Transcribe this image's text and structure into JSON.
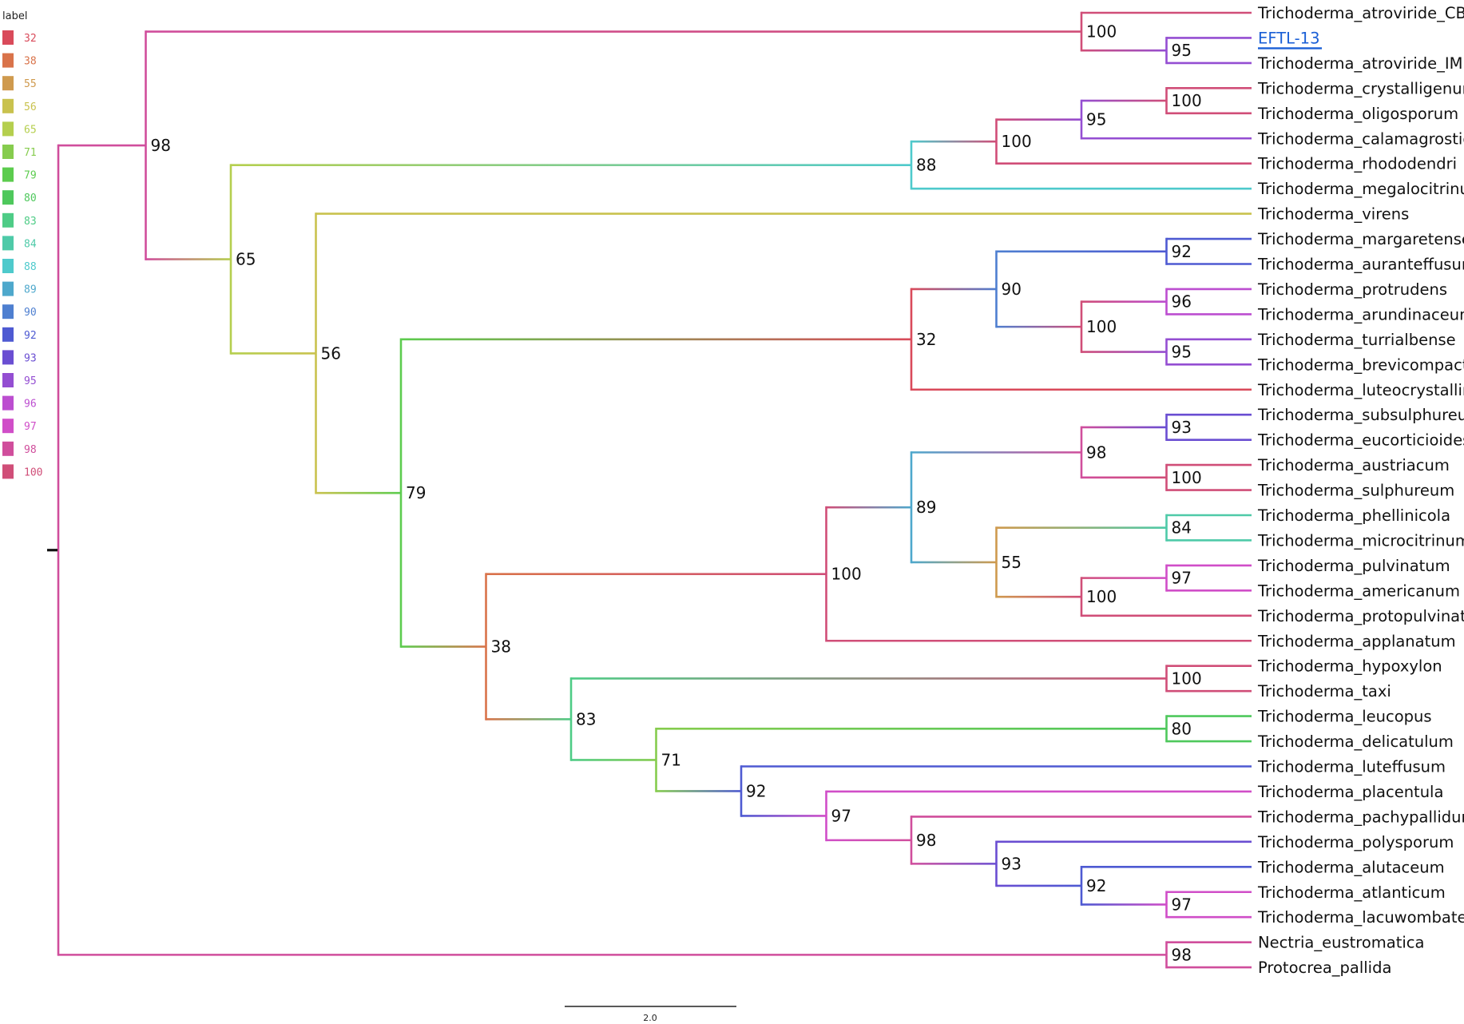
{
  "legend": {
    "title": "label",
    "entries": [
      {
        "label": "32",
        "color": "#d94a5a"
      },
      {
        "label": "38",
        "color": "#d9734a"
      },
      {
        "label": "55",
        "color": "#cf9a4e"
      },
      {
        "label": "56",
        "color": "#c9c24e"
      },
      {
        "label": "65",
        "color": "#b5cf4e"
      },
      {
        "label": "71",
        "color": "#86cc4e"
      },
      {
        "label": "79",
        "color": "#5ccc4e"
      },
      {
        "label": "80",
        "color": "#4ec85c"
      },
      {
        "label": "83",
        "color": "#4ecc86"
      },
      {
        "label": "84",
        "color": "#4ecaa8"
      },
      {
        "label": "88",
        "color": "#4ecacc"
      },
      {
        "label": "89",
        "color": "#4ea8cc"
      },
      {
        "label": "90",
        "color": "#4e7fd0"
      },
      {
        "label": "92",
        "color": "#4e5ad2"
      },
      {
        "label": "93",
        "color": "#6a4ed2"
      },
      {
        "label": "95",
        "color": "#944ed2"
      },
      {
        "label": "96",
        "color": "#bc4ed0"
      },
      {
        "label": "97",
        "color": "#d04ec8"
      },
      {
        "label": "98",
        "color": "#d04e9c"
      },
      {
        "label": "100",
        "color": "#d04e78"
      }
    ]
  },
  "tips": [
    "Trichoderma_atroviride_CBS",
    "EFTL-13",
    "Trichoderma_atroviride_IMI",
    "Trichoderma_crystalligenum",
    "Trichoderma_oligosporum",
    "Trichoderma_calamagrostidis",
    "Trichoderma_rhododendri",
    "Trichoderma_megalocitrinum",
    "Trichoderma_virens",
    "Trichoderma_margaretense",
    "Trichoderma_auranteffusum",
    "Trichoderma_protrudens",
    "Trichoderma_arundinaceum",
    "Trichoderma_turrialbense",
    "Trichoderma_brevicompactum",
    "Trichoderma_luteocrystallinum",
    "Trichoderma_subsulphureum",
    "Trichoderma_eucorticioides",
    "Trichoderma_austriacum",
    "Trichoderma_sulphureum",
    "Trichoderma_phellinicola",
    "Trichoderma_microcitrinum",
    "Trichoderma_pulvinatum",
    "Trichoderma_americanum",
    "Trichoderma_protopulvinatum",
    "Trichoderma_applanatum",
    "Trichoderma_hypoxylon",
    "Trichoderma_taxi",
    "Trichoderma_leucopus",
    "Trichoderma_delicatulum",
    "Trichoderma_luteffusum",
    "Trichoderma_placentula",
    "Trichoderma_pachypallidum",
    "Trichoderma_polysporum",
    "Trichoderma_alutaceum",
    "Trichoderma_atlanticum",
    "Trichoderma_lacuwombatense",
    "Nectria_eustromatica",
    "Protocrea_pallida"
  ],
  "highlighted_tip": "EFTL-13",
  "tree": {
    "bs": "",
    "children": [
      {
        "bs": "98",
        "children": [
          {
            "bs": "100",
            "children": [
              {
                "tip": 0
              },
              {
                "bs": "95",
                "children": [
                  {
                    "tip": 1
                  },
                  {
                    "tip": 2
                  }
                ]
              }
            ]
          },
          {
            "bs": "65",
            "children": [
              {
                "bs": "88",
                "children": [
                  {
                    "bs": "100",
                    "children": [
                      {
                        "bs": "95",
                        "children": [
                          {
                            "bs": "100",
                            "children": [
                              {
                                "tip": 3
                              },
                              {
                                "tip": 4
                              }
                            ]
                          },
                          {
                            "tip": 5
                          }
                        ]
                      },
                      {
                        "tip": 6
                      }
                    ]
                  },
                  {
                    "tip": 7
                  }
                ]
              },
              {
                "bs": "56",
                "children": [
                  {
                    "tip": 8
                  },
                  {
                    "bs": "79",
                    "children": [
                      {
                        "bs": "32",
                        "children": [
                          {
                            "bs": "90",
                            "children": [
                              {
                                "bs": "92",
                                "children": [
                                  {
                                    "tip": 9
                                  },
                                  {
                                    "tip": 10
                                  }
                                ]
                              },
                              {
                                "bs": "100",
                                "children": [
                                  {
                                    "bs": "96",
                                    "children": [
                                      {
                                        "tip": 11
                                      },
                                      {
                                        "tip": 12
                                      }
                                    ]
                                  },
                                  {
                                    "bs": "95",
                                    "children": [
                                      {
                                        "tip": 13
                                      },
                                      {
                                        "tip": 14
                                      }
                                    ]
                                  }
                                ]
                              }
                            ]
                          },
                          {
                            "tip": 15
                          }
                        ]
                      },
                      {
                        "bs": "38",
                        "children": [
                          {
                            "bs": "100",
                            "children": [
                              {
                                "bs": "89",
                                "children": [
                                  {
                                    "bs": "98",
                                    "children": [
                                      {
                                        "bs": "93",
                                        "children": [
                                          {
                                            "tip": 16
                                          },
                                          {
                                            "tip": 17
                                          }
                                        ]
                                      },
                                      {
                                        "bs": "100",
                                        "children": [
                                          {
                                            "tip": 18
                                          },
                                          {
                                            "tip": 19
                                          }
                                        ]
                                      }
                                    ]
                                  },
                                  {
                                    "bs": "55",
                                    "children": [
                                      {
                                        "bs": "84",
                                        "children": [
                                          {
                                            "tip": 20
                                          },
                                          {
                                            "tip": 21
                                          }
                                        ]
                                      },
                                      {
                                        "bs": "100",
                                        "children": [
                                          {
                                            "bs": "97",
                                            "children": [
                                              {
                                                "tip": 22
                                              },
                                              {
                                                "tip": 23
                                              }
                                            ]
                                          },
                                          {
                                            "tip": 24
                                          }
                                        ]
                                      }
                                    ]
                                  }
                                ]
                              },
                              {
                                "tip": 25
                              }
                            ]
                          },
                          {
                            "bs": "83",
                            "children": [
                              {
                                "bs": "100",
                                "children": [
                                  {
                                    "tip": 26
                                  },
                                  {
                                    "tip": 27
                                  }
                                ]
                              },
                              {
                                "bs": "71",
                                "children": [
                                  {
                                    "bs": "80",
                                    "children": [
                                      {
                                        "tip": 28
                                      },
                                      {
                                        "tip": 29
                                      }
                                    ]
                                  },
                                  {
                                    "bs": "92",
                                    "children": [
                                      {
                                        "tip": 30
                                      },
                                      {
                                        "bs": "97",
                                        "children": [
                                          {
                                            "tip": 31
                                          },
                                          {
                                            "bs": "98",
                                            "children": [
                                              {
                                                "tip": 32
                                              },
                                              {
                                                "bs": "93",
                                                "children": [
                                                  {
                                                    "tip": 33
                                                  },
                                                  {
                                                    "bs": "92",
                                                    "children": [
                                                      {
                                                        "tip": 34
                                                      },
                                                      {
                                                        "bs": "97",
                                                        "children": [
                                                          {
                                                            "tip": 35
                                                          },
                                                          {
                                                            "tip": 36
                                                          }
                                                        ]
                                                      }
                                                    ]
                                                  }
                                                ]
                                              }
                                            ]
                                          }
                                        ]
                                      }
                                    ]
                                  }
                                ]
                              }
                            ]
                          }
                        ]
                      }
                    ]
                  }
                ]
              }
            ]
          }
        ]
      },
      {
        "bs": "98",
        "children": [
          {
            "tip": 37
          },
          {
            "tip": 38
          }
        ]
      }
    ]
  },
  "scale_bar": {
    "label": "2.0"
  }
}
